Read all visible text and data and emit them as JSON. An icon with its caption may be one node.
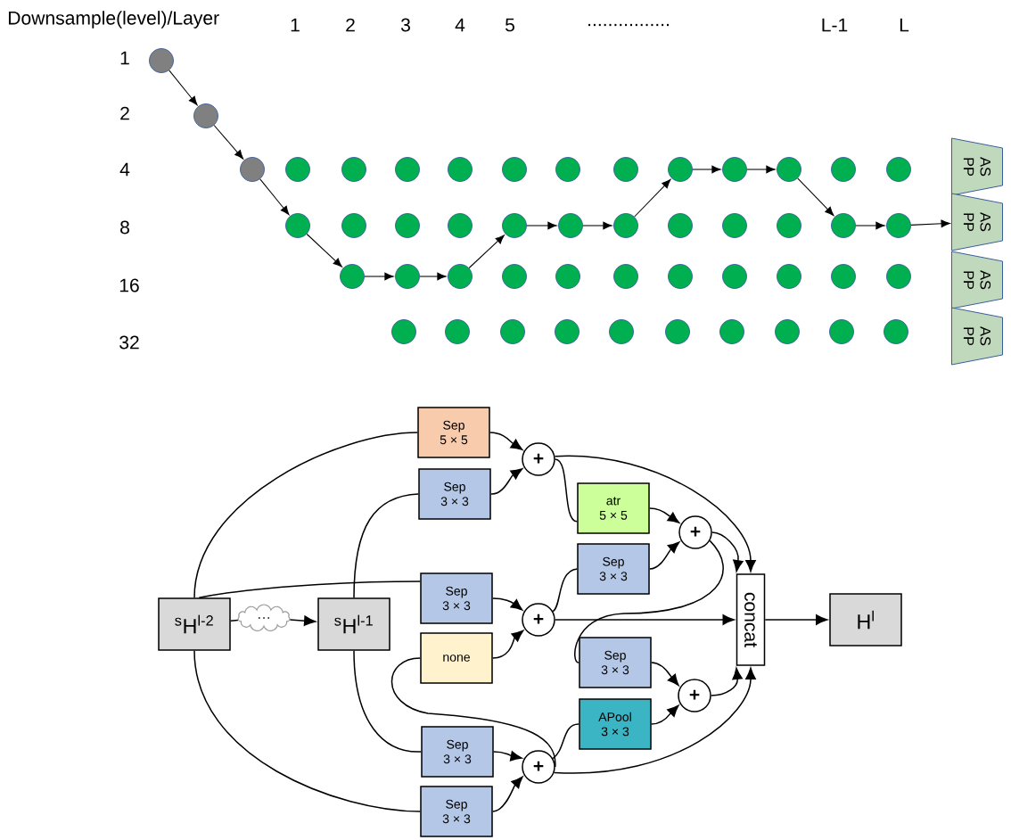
{
  "diagram": {
    "nodes": [
      {
        "text": [],
        "shape": "circle"
      },
      {
        "text": [],
        "shape": "circle"
      },
      {
        "text": [],
        "shape": "circle"
      },
      {
        "text": [],
        "shape": "circle"
      },
      {
        "text": [],
        "shape": "circle"
      },
      {
        "text": [],
        "shape": "circle"
      },
      {
        "text": [],
        "shape": "circle"
      },
      {
        "text": [],
        "shape": "circle"
      },
      {
        "text": [],
        "shape": "circle"
      },
      {
        "text": [],
        "shape": "circle"
      },
      {
        "text": [],
        "shape": "circle"
      },
      {
        "text": [],
        "shape": "circle"
      },
      {
        "text": [],
        "shape": "circle"
      },
      {
        "text": [],
        "shape": "circle"
      },
      {
        "text": [],
        "shape": "circle"
      },
      {
        "text": [],
        "shape": "circle"
      },
      {
        "text": [],
        "shape": "circle"
      },
      {
        "text": [],
        "shape": "circle"
      },
      {
        "text": [],
        "shape": "circle"
      },
      {
        "text": [],
        "shape": "circle"
      },
      {
        "text": [],
        "shape": "circle"
      },
      {
        "text": [],
        "shape": "circle"
      },
      {
        "text": [],
        "shape": "circle"
      },
      {
        "text": [],
        "shape": "circle"
      },
      {
        "text": [],
        "shape": "circle"
      },
      {
        "text": [],
        "shape": "circle"
      },
      {
        "text": [],
        "shape": "circle"
      },
      {
        "text": [],
        "shape": "circle"
      },
      {
        "text": [],
        "shape": "circle"
      },
      {
        "text": [],
        "shape": "circle"
      },
      {
        "text": [],
        "shape": "circle"
      },
      {
        "text": [],
        "shape": "circle"
      },
      {
        "text": [],
        "shape": "circle"
      },
      {
        "text": [],
        "shape": "circle"
      },
      {
        "text": [],
        "shape": "circle"
      },
      {
        "text": [],
        "shape": "circle"
      },
      {
        "text": [],
        "shape": "circle"
      },
      {
        "text": [],
        "shape": "circle"
      },
      {
        "text": [],
        "shape": "circle"
      },
      {
        "text": [],
        "shape": "circle"
      },
      {
        "text": [],
        "shape": "circle"
      },
      {
        "text": [],
        "shape": "circle"
      },
      {
        "text": [],
        "shape": "circle"
      },
      {
        "text": [],
        "shape": "circle"
      },
      {
        "text": [],
        "shape": "circle"
      },
      {
        "text": [],
        "shape": "circle"
      },
      {
        "text": [],
        "shape": "circle"
      },
      {
        "text": [],
        "shape": "circle"
      },
      {
        "text": [
          "AS PP"
        ]
      },
      {
        "text": [
          "AS PP"
        ]
      },
      {
        "text": [
          "AS PP"
        ]
      },
      {
        "text": [
          "AS PP"
        ]
      },
      {
        "text": [
          "Sep",
          "5 × 5"
        ]
      },
      {
        "text": [
          "Sep",
          "3 × 3"
        ]
      },
      {
        "text": [
          "+"
        ]
      },
      {
        "text": [
          "atr",
          "5 × 5"
        ]
      },
      {
        "text": [
          "+"
        ]
      },
      {
        "text": [
          "Sep",
          "3 × 3"
        ]
      },
      {
        "text": [
          "$^{s}$H$^{l-2}$"
        ]
      },
      {
        "text": [
          "…"
        ]
      },
      {
        "text": [
          "$^{s}$H$^{l-1}$"
        ]
      },
      {
        "text": [
          "Sep",
          "3 × 3"
        ]
      },
      {
        "text": [
          "+"
        ]
      },
      {
        "text": [
          "none"
        ]
      },
      {
        "text": [
          "concat"
        ]
      },
      {
        "text": [
          "H$^{l}$"
        ]
      },
      {
        "text": [
          "Sep",
          "3 × 3"
        ]
      },
      {
        "text": [
          "+"
        ]
      },
      {
        "text": [
          "APool",
          "3 × 3"
        ]
      },
      {
        "text": [
          "Sep",
          "3 × 3"
        ]
      },
      {
        "text": [
          "+"
        ]
      },
      {
        "text": [
          "Sep",
          "3 × 3"
        ]
      }
    ],
    "edges": [
      {
        "from": 0,
        "to": 1,
        "arrow": "to"
      },
      {
        "from": 1,
        "to": 2,
        "arrow": "to"
      },
      {
        "from": 2,
        "to": 15,
        "arrow": "to"
      },
      {
        "from": 15,
        "to": 27,
        "arrow": "to"
      },
      {
        "from": 27,
        "to": 28,
        "arrow": "to"
      },
      {
        "from": 28,
        "to": 29,
        "arrow": "to"
      },
      {
        "from": 29,
        "to": 19,
        "arrow": "to"
      },
      {
        "from": 19,
        "to": 20,
        "arrow": "to"
      },
      {
        "from": 20,
        "to": 21,
        "arrow": "to"
      },
      {
        "from": 21,
        "to": 10,
        "arrow": "to"
      },
      {
        "from": 10,
        "to": 11,
        "arrow": "to"
      },
      {
        "from": 11,
        "to": 12,
        "arrow": "to"
      },
      {
        "from": 12,
        "to": 25,
        "arrow": "to"
      },
      {
        "from": 25,
        "to": 26,
        "arrow": "to"
      },
      {
        "from": 26,
        "to": 49,
        "arrow": "to"
      },
      {
        "from": 58,
        "to": 52,
        "arrow": "none"
      },
      {
        "from": 58,
        "to": 61,
        "arrow": "none"
      },
      {
        "from": 58,
        "to": 71,
        "arrow": "none"
      },
      {
        "from": 58,
        "to": 59,
        "arrow": "none"
      },
      {
        "from": 59,
        "to": 60,
        "arrow": "to"
      },
      {
        "from": 60,
        "to": 53,
        "arrow": "none"
      },
      {
        "from": 60,
        "to": 69,
        "arrow": "none"
      },
      {
        "from": 52,
        "to": 54,
        "arrow": "to"
      },
      {
        "from": 53,
        "to": 54,
        "arrow": "to"
      },
      {
        "from": 54,
        "to": 55,
        "arrow": "none"
      },
      {
        "from": 54,
        "to": 64,
        "arrow": "to"
      },
      {
        "from": 55,
        "to": 56,
        "arrow": "to"
      },
      {
        "from": 57,
        "to": 56,
        "arrow": "to"
      },
      {
        "from": 56,
        "to": 64,
        "arrow": "to"
      },
      {
        "from": 56,
        "to": 66,
        "arrow": "none"
      },
      {
        "from": 62,
        "to": 57,
        "arrow": "none"
      },
      {
        "from": 61,
        "to": 62,
        "arrow": "to"
      },
      {
        "from": 63,
        "to": 62,
        "arrow": "to"
      },
      {
        "from": 62,
        "to": 64,
        "arrow": "to"
      },
      {
        "from": 70,
        "to": 63,
        "arrow": "none"
      },
      {
        "from": 70,
        "to": 68,
        "arrow": "none"
      },
      {
        "from": 70,
        "to": 64,
        "arrow": "to"
      },
      {
        "from": 66,
        "to": 67,
        "arrow": "to"
      },
      {
        "from": 68,
        "to": 67,
        "arrow": "to"
      },
      {
        "from": 67,
        "to": 64,
        "arrow": "to"
      },
      {
        "from": 64,
        "to": 65,
        "arrow": "to"
      },
      {
        "from": 69,
        "to": 70,
        "arrow": "to"
      },
      {
        "from": 71,
        "to": 70,
        "arrow": "to"
      }
    ],
    "labels": [
      "Downsample(level)/Layer",
      "1",
      "2",
      "3",
      "4",
      "5",
      "................",
      "L-1",
      "L",
      "1",
      "2",
      "4",
      "8",
      "16",
      "32"
    ]
  }
}
